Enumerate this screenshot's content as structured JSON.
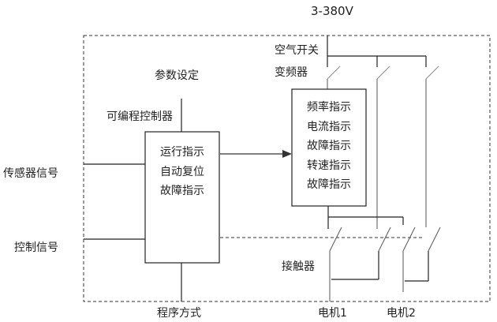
{
  "supply_label": "3-380V",
  "labels": {
    "air_switch": "空气开关",
    "inverter": "变频器",
    "param_setting": "参数设定",
    "plc": "可编程控制器",
    "sensor_signal": "传感器信号",
    "control_signal": "控制信号",
    "contactor": "接触器",
    "program_mode": "程序方式",
    "motor1": "电机1",
    "motor2": "电机2"
  },
  "plc_box": {
    "lines": [
      "运行指示",
      "自动复位",
      "故障指示"
    ]
  },
  "inverter_box": {
    "lines": [
      "频率指示",
      "电流指示",
      "故障指示",
      "转速指示",
      "故障指示"
    ]
  },
  "colors": {
    "line": "#222222",
    "power_line": "#aaaaaa",
    "arrow": "#333333"
  }
}
